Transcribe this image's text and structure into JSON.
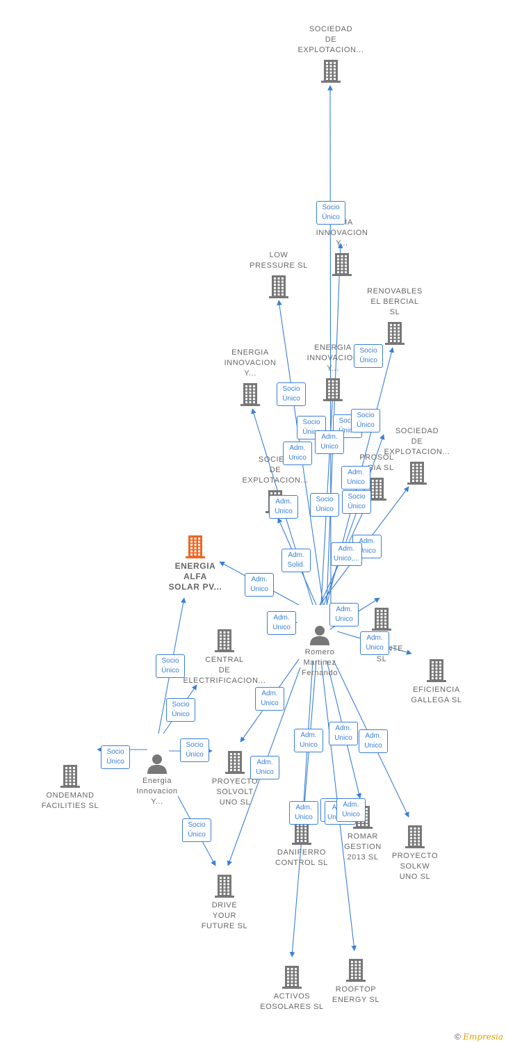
{
  "colors": {
    "edge": "#3a7fd5",
    "building": "#777777",
    "highlight": "#f26522",
    "person": "#777777"
  },
  "nodes": [
    {
      "id": "romero",
      "type": "person",
      "label": "Romero\nMartinez\nFernando"
    },
    {
      "id": "energia_inv_person",
      "type": "person",
      "label": "Energia\nInnovacion\nY..."
    },
    {
      "id": "soc_expl_top",
      "type": "company",
      "label": "SOCIEDAD\nDE\nEXPLOTACION..."
    },
    {
      "id": "energia_inv_2",
      "type": "company",
      "label": "...GIA\nINNOVACION\nY..."
    },
    {
      "id": "low_pressure",
      "type": "company",
      "label": "LOW\nPRESSURE  SL"
    },
    {
      "id": "renovables",
      "type": "company",
      "label": "RENOVABLES\nEL BERCIAL\nSL"
    },
    {
      "id": "energia_inv_left",
      "type": "company",
      "label": "ENERGIA\nINNOVACION\nY..."
    },
    {
      "id": "energia_inv_center",
      "type": "company",
      "label": "ENERGIA\nINNOVACION\nY..."
    },
    {
      "id": "soc_expl_right",
      "type": "company",
      "label": "SOCIEDAD\nDE\nEXPLOTACION..."
    },
    {
      "id": "soc_expl_mid",
      "type": "company",
      "label": "SOCIE...\nDE\nEXPLOTACION..."
    },
    {
      "id": "prosol",
      "type": "company",
      "label": "PROSOL\n...GIA  SL"
    },
    {
      "id": "energia_alfa",
      "type": "company",
      "label": "ENERGIA\nALFA\nSOLAR PV...",
      "highlight": true
    },
    {
      "id": "central",
      "type": "company",
      "label": "CENTRAL\nDE\nELECTRIFICACION..."
    },
    {
      "id": "ba_ente",
      "type": "company",
      "label": "...A\nBA...   ENTE\nSL"
    },
    {
      "id": "eficiencia",
      "type": "company",
      "label": "EFICIENCIA\nGALLEGA SL"
    },
    {
      "id": "ondemand",
      "type": "company",
      "label": "ONDEMAND\nFACILITIES SL"
    },
    {
      "id": "proyecto_solvolt",
      "type": "company",
      "label": "PROYECTO\nSOLVOLT\nUNO  SL"
    },
    {
      "id": "daniferro",
      "type": "company",
      "label": "DANIFERRO\nCONTROL  SL"
    },
    {
      "id": "romar",
      "type": "company",
      "label": "ROMAR\nGESTION\n2013  SL"
    },
    {
      "id": "proyecto_solkw",
      "type": "company",
      "label": "PROYECTO\nSOLKW\nUNO  SL"
    },
    {
      "id": "drive",
      "type": "company",
      "label": "DRIVE\nYOUR\nFUTURE  SL"
    },
    {
      "id": "activos",
      "type": "company",
      "label": "ACTIVOS\nEOSOLARES SL"
    },
    {
      "id": "rooftop",
      "type": "company",
      "label": "ROOFTOP\nENERGY  SL"
    }
  ],
  "edge_labels": [
    "Socio\nÚnico",
    "Socio\nÚnico",
    "Socio\nÚnico",
    "Socio\nÚnico",
    "Socio\nÚnico",
    "Socio\nÚnico",
    "Adm.\nUnico",
    "Adm.\nUnico",
    "Adm.\nUnico",
    "Socio\nÚnico",
    "Socio\nÚnico",
    "Adm.\nUnico",
    "Adm.\nUnico",
    "Adm.\nUnico",
    "Adm.\nUnico,...",
    "Adm.\nUnico",
    "Adm.\nSolid.",
    "Adm.\nUnico",
    "Adm.\nUnico",
    "Adm.\nUnico",
    "Socio\nÚnico",
    "Socio\nÚnico",
    "Socio\nÚnico",
    "Socio\nÚnico",
    "Socio\nÚnico",
    "Adm.\nUnico",
    "Adm.\nUnico",
    "Adm.\nUnico",
    "Adm.\nUnico",
    "Adm.\nUnico",
    "Adm.\nUnico",
    "Adm.\nUnico,...",
    "Adm.\nUnico"
  ],
  "footer": {
    "copyright": "©",
    "brand": "Empresia"
  }
}
